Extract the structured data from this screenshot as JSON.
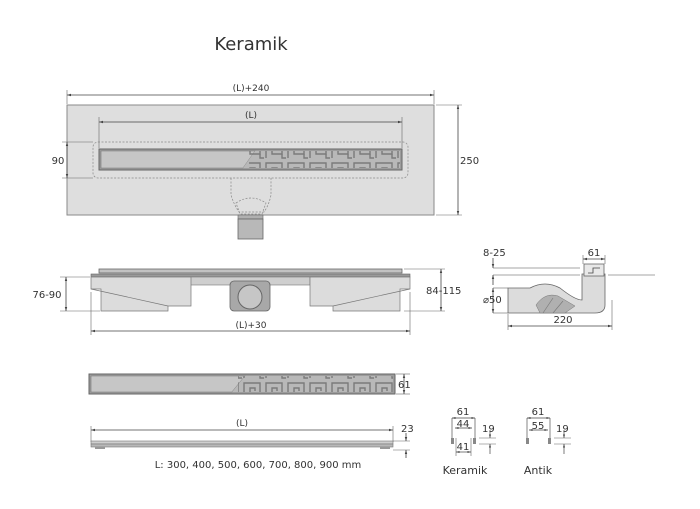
{
  "title": "Keramik",
  "top_view": {
    "overall_length": "(L)+240",
    "channel_length": "(L)",
    "channel_width": "90",
    "overall_width": "250"
  },
  "front_view": {
    "left_height": "76-90",
    "right_height": "84-115",
    "base_length": "(L)+30"
  },
  "side_view": {
    "floor_adjust": "8-25",
    "grate_width": "61",
    "outlet_diameter": "⌀50",
    "outlet_length": "220"
  },
  "grate_view": {
    "width": "61"
  },
  "profile_view": {
    "length": "(L)",
    "height": "23",
    "lengths_note": "L: 300, 400, 500, 600, 700, 800, 900 mm"
  },
  "sections": [
    {
      "name": "Keramik",
      "outer": "61",
      "inner_top": "44",
      "inner_bottom": "41",
      "height": "19"
    },
    {
      "name": "Antik",
      "outer": "61",
      "inner_top": "55",
      "height": "19"
    }
  ],
  "colors": {
    "line": "#555555",
    "fill_light": "#dcdcdc",
    "fill_mid": "#c4c4c4",
    "fill_dark": "#a8a8a8",
    "text": "#333333"
  }
}
